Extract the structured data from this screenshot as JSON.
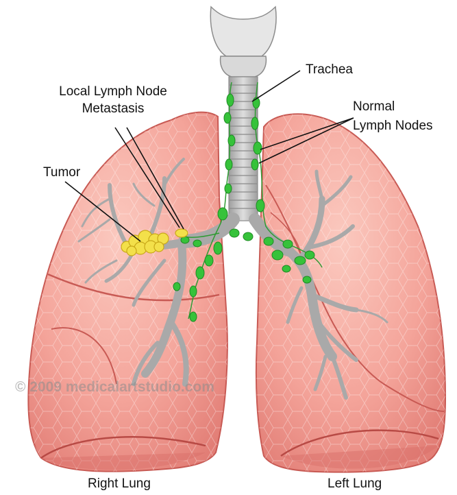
{
  "labels": {
    "trachea": "Trachea",
    "local_lymph_line1": "Local Lymph Node",
    "local_lymph_line2": "Metastasis",
    "normal_line1": "Normal",
    "normal_line2": "Lymph Nodes",
    "tumor": "Tumor",
    "right_lung": "Right Lung",
    "left_lung": "Left Lung"
  },
  "watermark": "© 2009 medicalartstudio.com",
  "colors": {
    "lung_fill": "#f4a49a",
    "lung_edge": "#c85a54",
    "airway": "#b5b5b5",
    "lymph_node": "#36c23a",
    "tumor": "#f3e04a"
  }
}
